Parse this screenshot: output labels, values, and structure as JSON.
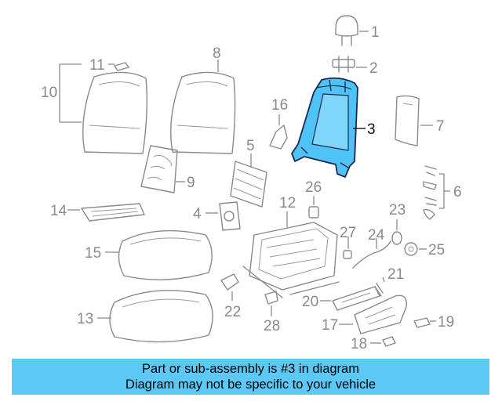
{
  "callouts": {
    "c1": "1",
    "c2": "2",
    "c3": "3",
    "c4": "4",
    "c5": "5",
    "c6": "6",
    "c7": "7",
    "c8": "8",
    "c9": "9",
    "c10": "10",
    "c11": "11",
    "c12": "12",
    "c13": "13",
    "c14": "14",
    "c15": "15",
    "c16": "16",
    "c17": "17",
    "c18": "18",
    "c19": "19",
    "c20": "20",
    "c21": "21",
    "c22": "22",
    "c23": "23",
    "c24": "24",
    "c25": "25",
    "c26": "26",
    "c27": "27",
    "c28": "28"
  },
  "highlighted_part": "3",
  "colors": {
    "highlight": "#4fc3f7",
    "banner": "#5bc8f5",
    "line": "#8a8a8a"
  },
  "banner": {
    "line1": "Part or sub-assembly is #3 in diagram",
    "line2": "Diagram may not be specific to your vehicle"
  }
}
